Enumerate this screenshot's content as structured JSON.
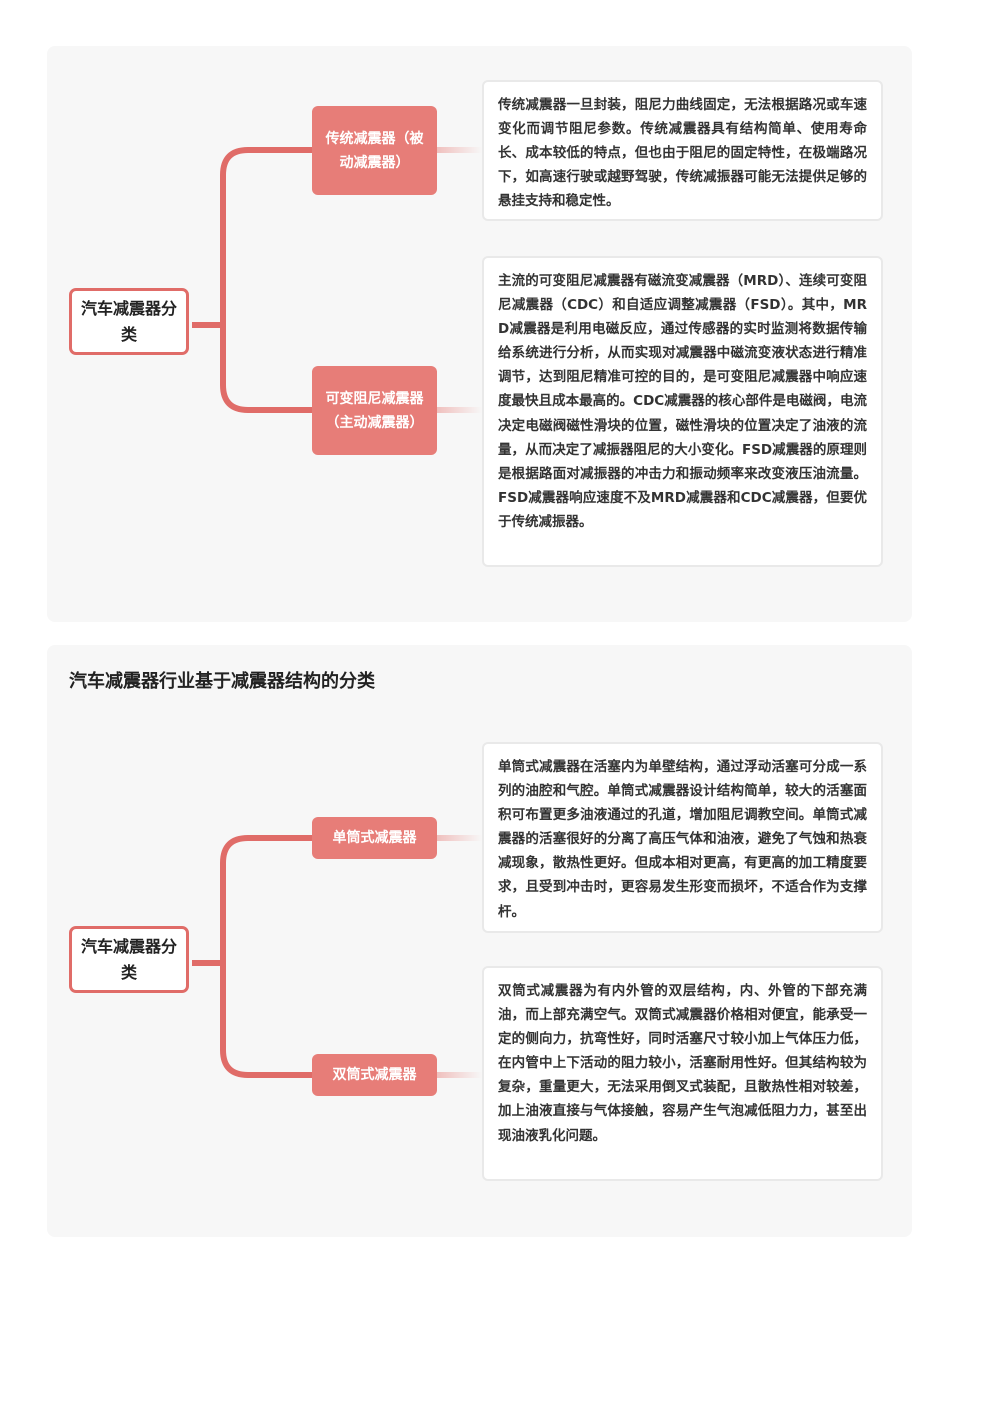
{
  "diagrams": [
    {
      "title": "",
      "root": "汽车减震器分类",
      "branches": [
        {
          "label": "传统减震器（被动减震器）",
          "note": "传统减震器一旦封装，阻尼力曲线固定，无法根据路况或车速变化而调节阻尼参数。传统减震器具有结构简单、使用寿命长、成本较低的特点，但也由于阻尼的固定特性，在极端路况下，如高速行驶或越野驾驶，传统减振器可能无法提供足够的悬挂支持和稳定性。"
        },
        {
          "label": "可变阻尼减震器（主动减震器）",
          "note": "主流的可变阻尼减震器有磁流变减震器（MRD）、连续可变阻尼减震器（CDC）和自适应调整减震器（FSD）。其中，MRD减震器是利用电磁反应，通过传感器的实时监测将数据传输给系统进行分析，从而实现对减震器中磁流变液状态进行精准调节，达到阻尼精准可控的目的，是可变阻尼减震器中响应速度最快且成本最高的。CDC减震器的核心部件是电磁阀，电流决定电磁阀磁性滑块的位置，磁性滑块的位置决定了油液的流量，从而决定了减振器阻尼的大小变化。FSD减震器的原理则是根据路面对减振器的冲击力和振动频率来改变液压油流量。FSD减震器响应速度不及MRD减震器和CDC减震器，但要优于传统减振器。"
        }
      ]
    },
    {
      "title": "汽车减震器行业基于减震器结构的分类",
      "root": "汽车减震器分类",
      "branches": [
        {
          "label": "单筒式减震器",
          "note": "单筒式减震器在活塞内为单壁结构，通过浮动活塞可分成一系列的油腔和气腔。单筒式减震器设计结构简单，较大的活塞面积可布置更多油液通过的孔道，增加阻尼调教空间。单筒式减震器的活塞很好的分离了高压气体和油液，避免了气蚀和热衰减现象，散热性更好。但成本相对更高，有更高的加工精度要求，且受到冲击时，更容易发生形变而损坏，不适合作为支撑杆。"
        },
        {
          "label": "双筒式减震器",
          "note": "双筒式减震器为有内外管的双层结构，内、外管的下部充满油，而上部充满空气。双筒式减震器价格相对便宜，能承受一定的侧向力，抗弯性好，同时活塞尺寸较小加上气体压力低，在内管中上下活动的阻力较小，活塞耐用性好。但其结构较为复杂，重量更大，无法采用倒叉式装配，且散热性相对较差，加上油液直接与气体接触，容易产生气泡减低阻力力，甚至出现油液乳化问题。"
        }
      ]
    }
  ],
  "colors": {
    "accent": "#e77d78",
    "root_border": "#e06c68",
    "panel_bg": "#f7f7f7"
  }
}
